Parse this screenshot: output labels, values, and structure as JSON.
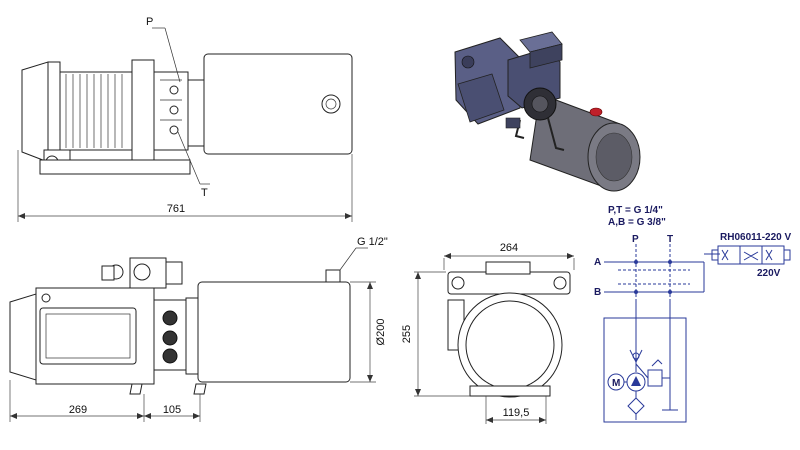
{
  "top_view": {
    "label_p": "P",
    "label_t": "T",
    "dim_length": "761"
  },
  "front_view": {
    "port_label": "G 1/2\"",
    "dim_diameter": "Ø200",
    "dim_left": "269",
    "dim_mid": "105"
  },
  "side_view": {
    "dim_width": "264",
    "dim_height": "255",
    "dim_bottom": "119,5"
  },
  "schematic": {
    "ports_line1": "P,T = G 1/4\"",
    "ports_line2": "A,B = G 3/8\"",
    "col_p": "P",
    "col_t": "T",
    "row_a": "A",
    "row_b": "B",
    "valve_model": "RH06011-220 V",
    "valve_voltage": "220V",
    "motor_label": "M"
  },
  "colors": {
    "render_body": "#5a5f86",
    "render_tank": "#6e6e78",
    "render_red": "#c0202a",
    "schematic_blue": "#2a3a9a"
  }
}
